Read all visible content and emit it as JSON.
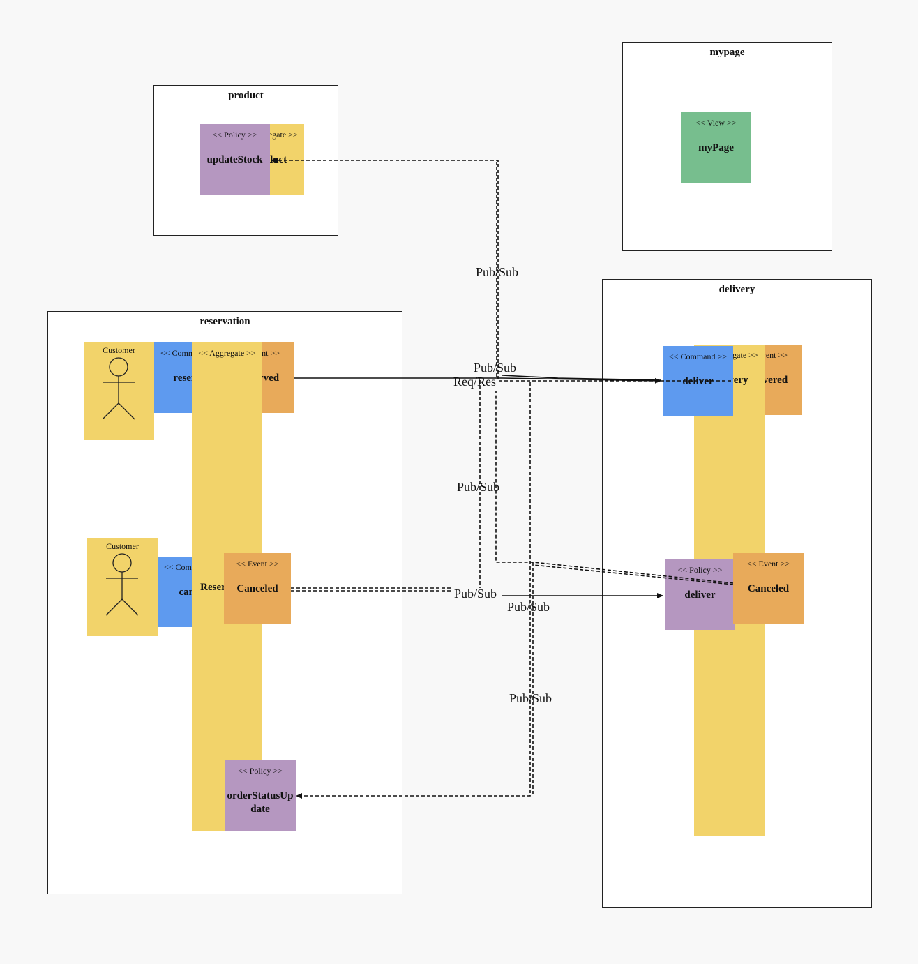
{
  "contexts": {
    "product": "product",
    "mypage": "mypage",
    "reservation": "reservation",
    "delivery": "delivery"
  },
  "stereotypes": {
    "policy": "<< Policy >>",
    "aggregate": "<< Aggregate >>",
    "event": "<< Event >>",
    "command": "<< Command >>",
    "view": "<< View >>",
    "actor": "Customer"
  },
  "product": {
    "aggregate_stereo": "<< Aggregate >>",
    "aggregate_name": "Product",
    "policy_name": "updateStock"
  },
  "mypage": {
    "view_name": "myPage"
  },
  "reservation": {
    "actor1": "Customer",
    "actor2": "Customer",
    "command1_stereo": "<< Command >>",
    "command1_name": "reserve",
    "command2_stereo": "<< Command >>",
    "command2_name": "cancel",
    "event1_stereo": "<< Event >>",
    "event1_name": "Reserved",
    "aggregate_name": "Reservation",
    "event2_name": "Canceled",
    "policy_name": "orderStatusUpdate"
  },
  "delivery": {
    "aggregate_name": "Delivery",
    "event1_stereo": "<< Event >>",
    "event1_name": "Delivered",
    "command_name": "deliver",
    "event2_name": "Canceled",
    "policy_name": "deliver"
  },
  "edge_labels": {
    "e1": "Pub/Sub",
    "e2": "Pub/Sub",
    "e3": "Req/Res",
    "e4": "Pub/Sub",
    "e5": "Pub/Sub",
    "e6": "Pub/Sub",
    "e7": "Pub/Sub"
  },
  "colors": {
    "event": "#e8aa5a",
    "aggregate": "#f2d36a",
    "command": "#5e9aef",
    "policy": "#b597c0",
    "view": "#77be8e",
    "actor": "#f2d36a"
  }
}
